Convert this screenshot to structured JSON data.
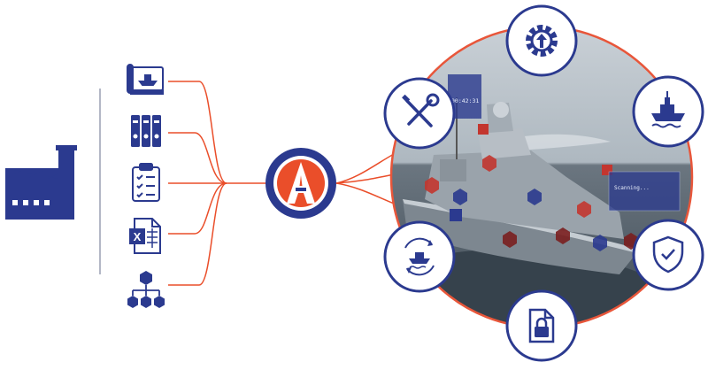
{
  "colors": {
    "navy": "#2b3a8f",
    "orange": "#ea4e2a",
    "ring": "#e8563a",
    "dark_red": "#7a1f1f",
    "sea": "#4f5c66"
  },
  "sources": [
    {
      "icon": "blueprint-icon"
    },
    {
      "icon": "binders-icon"
    },
    {
      "icon": "checklist-clipboard-icon"
    },
    {
      "icon": "excel-spreadsheet-icon"
    },
    {
      "icon": "hierarchy-cubes-icon"
    }
  ],
  "hub": {
    "icon": "logo-letter-a-icon",
    "letter": "A"
  },
  "overlay": {
    "timecode": "00:42:31",
    "panel_text": "Scanning..."
  },
  "outcomes": [
    {
      "icon": "maintenance-wrench-screwdriver-icon"
    },
    {
      "icon": "gear-upload-icon"
    },
    {
      "icon": "warship-icon"
    },
    {
      "icon": "shield-check-icon"
    },
    {
      "icon": "locked-document-icon"
    },
    {
      "icon": "ship-cycle-icon"
    }
  ]
}
